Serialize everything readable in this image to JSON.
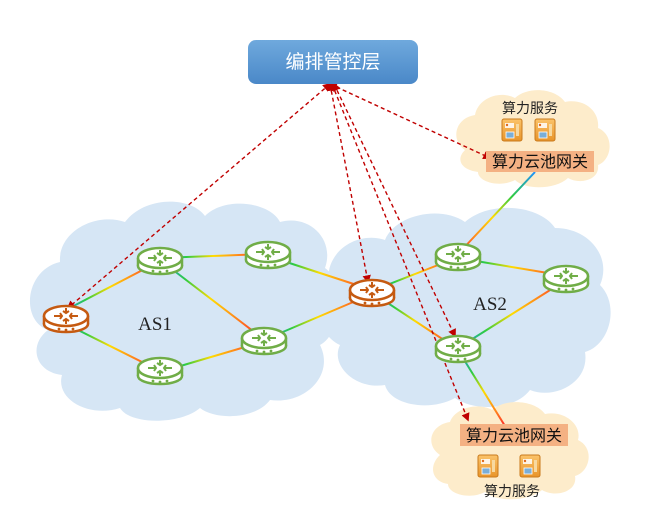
{
  "orchestration": {
    "label": "编排管控层"
  },
  "domains": [
    {
      "id": "as1",
      "label": "AS1"
    },
    {
      "id": "as2",
      "label": "AS2"
    }
  ],
  "gateways": {
    "top": {
      "label": "算力云池网关",
      "service_label": "算力服务"
    },
    "bottom": {
      "label": "算力云池网关",
      "service_label": "算力服务"
    }
  },
  "colors": {
    "orchestration_fill": "#5b9bd5",
    "cloud_fill": "#d6e6f5",
    "gateway_cloud_fill": "#fdeccb",
    "gateway_label_fill": "#f4b183",
    "router_green": "#70ad47",
    "router_orange": "#c55a11",
    "control_link": "#c00000"
  },
  "icons": [
    "router-icon",
    "server-icon"
  ]
}
